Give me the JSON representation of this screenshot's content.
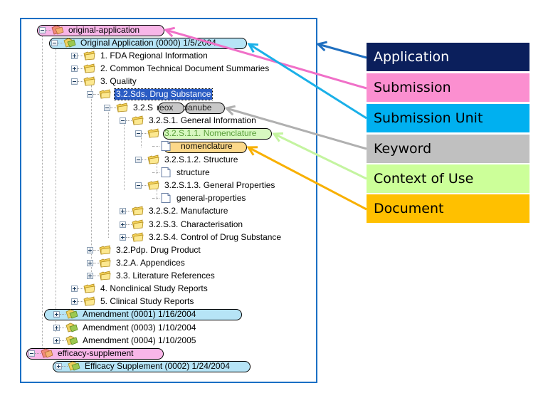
{
  "tree": {
    "rows": [
      {
        "label": "original-application",
        "icon": "application-folder-icon",
        "expander": "minus",
        "highlight": "application"
      },
      {
        "label": "Original Application (0000) 1/5/2004",
        "icon": "submission-folder-icon",
        "expander": "minus",
        "highlight": "submission-unit"
      },
      {
        "label": "1. FDA Regional Information",
        "icon": "folder-icon",
        "expander": "plus"
      },
      {
        "label": "2. Common Technical Document Summaries",
        "icon": "folder-icon",
        "expander": "plus"
      },
      {
        "label": "3. Quality",
        "icon": "folder-icon",
        "expander": "minus"
      },
      {
        "label": "3.2.Sds. Drug Substance",
        "icon": "folder-icon",
        "expander": "minus",
        "selected": true
      },
      {
        "label": "3.2.S",
        "icon": "folder-icon",
        "expander": "minus",
        "keywords": [
          "reox",
          "danube"
        ]
      },
      {
        "label": "3.2.S.1. General Information",
        "icon": "folder-icon",
        "expander": "minus"
      },
      {
        "label": "3.2.S.1.1. Nomenclature",
        "icon": "folder-icon",
        "expander": "minus",
        "highlight": "context-of-use"
      },
      {
        "label": "nomenclature",
        "icon": "document-icon",
        "highlight": "document"
      },
      {
        "label": "3.2.S.1.2. Structure",
        "icon": "folder-icon",
        "expander": "minus"
      },
      {
        "label": "structure",
        "icon": "document-icon"
      },
      {
        "label": "3.2.S.1.3. General Properties",
        "icon": "folder-icon",
        "expander": "minus"
      },
      {
        "label": "general-properties",
        "icon": "document-icon"
      },
      {
        "label": "3.2.S.2. Manufacture",
        "icon": "folder-icon",
        "expander": "plus"
      },
      {
        "label": "3.2.S.3. Characterisation",
        "icon": "folder-icon",
        "expander": "plus"
      },
      {
        "label": "3.2.S.4. Control of Drug Substance",
        "icon": "folder-icon",
        "expander": "plus"
      },
      {
        "label": "3.2.Pdp. Drug Product",
        "icon": "folder-icon",
        "expander": "plus"
      },
      {
        "label": "3.2.A. Appendices",
        "icon": "folder-icon",
        "expander": "plus"
      },
      {
        "label": "3.3. Literature References",
        "icon": "folder-icon",
        "expander": "plus"
      },
      {
        "label": "4. Nonclinical Study Reports",
        "icon": "folder-icon",
        "expander": "plus"
      },
      {
        "label": "5. Clinical Study Reports",
        "icon": "folder-icon",
        "expander": "plus"
      },
      {
        "label": "Amendment (0001) 1/16/2004",
        "icon": "submission-folder-icon",
        "expander": "plus",
        "highlight": "submission-unit"
      },
      {
        "label": "Amendment (0003) 1/10/2004",
        "icon": "submission-folder-icon",
        "expander": "plus"
      },
      {
        "label": "Amendment (0004) 1/10/2005",
        "icon": "submission-folder-icon",
        "expander": "plus"
      },
      {
        "label": "efficacy-supplement",
        "icon": "application-folder-icon",
        "expander": "minus",
        "highlight": "application"
      },
      {
        "label": "Efficacy Supplement (0002) 1/24/2004",
        "icon": "submission-folder-icon",
        "expander": "plus",
        "highlight": "submission-unit"
      }
    ]
  },
  "legend": [
    {
      "label": "Application",
      "color": "#0b1f5c",
      "text_color": "#ffffff"
    },
    {
      "label": "Submission",
      "color": "#fb8fd0",
      "text_color": "#000000"
    },
    {
      "label": "Submission Unit",
      "color": "#00b0f0",
      "text_color": "#000000"
    },
    {
      "label": "Keyword",
      "color": "#c0c0c0",
      "text_color": "#000000"
    },
    {
      "label": "Context of Use",
      "color": "#ccff99",
      "text_color": "#000000"
    },
    {
      "label": "Document",
      "color": "#ffc000",
      "text_color": "#000000"
    }
  ],
  "arrow_colors": {
    "application": "#1f6fc0",
    "submission": "#f070c8",
    "submission_unit": "#1ab0e8",
    "keyword": "#b0b0b0",
    "context_of_use": "#c4f4a0",
    "document": "#f8b000"
  }
}
